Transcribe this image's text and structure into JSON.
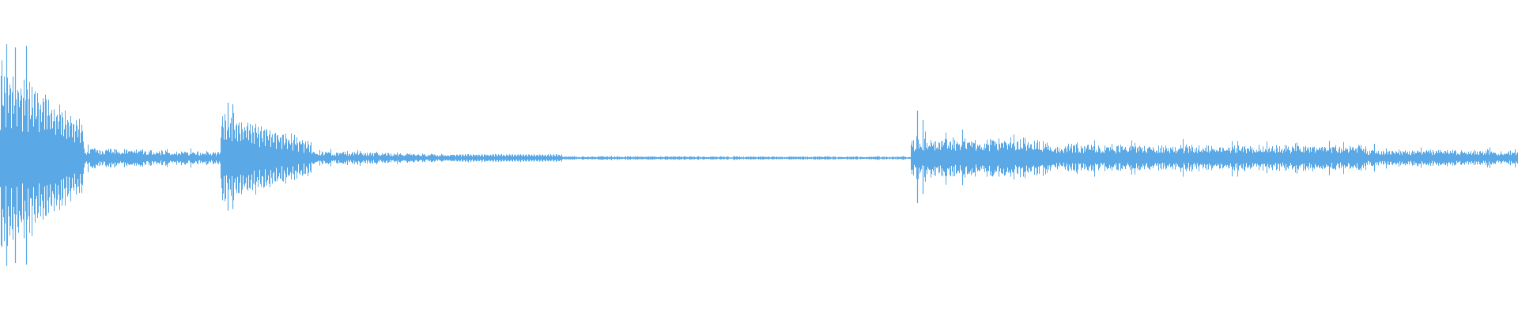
{
  "waveform": {
    "color": "#5aa9e6",
    "background": "#ffffff",
    "amplitude_range": [
      -1,
      1
    ],
    "segments": [
      {
        "start": 0.0,
        "end": 0.055,
        "peak": 0.7,
        "decay": 0.35,
        "oscillating": true
      },
      {
        "start": 0.055,
        "end": 0.145,
        "peak": 0.07,
        "decay": 0.6,
        "oscillating": false
      },
      {
        "start": 0.145,
        "end": 0.205,
        "peak": 0.33,
        "decay": 0.35,
        "oscillating": true
      },
      {
        "start": 0.205,
        "end": 0.3,
        "peak": 0.045,
        "decay": 0.55,
        "oscillating": false
      },
      {
        "start": 0.3,
        "end": 0.37,
        "peak": 0.03,
        "decay": 0.9,
        "oscillating": true
      },
      {
        "start": 0.37,
        "end": 0.6,
        "peak": 0.012,
        "decay": 0.85,
        "oscillating": false
      },
      {
        "start": 0.6,
        "end": 0.69,
        "peak": 0.14,
        "decay": 0.85,
        "oscillating": false
      },
      {
        "start": 0.69,
        "end": 0.9,
        "peak": 0.095,
        "decay": 0.9,
        "oscillating": false
      },
      {
        "start": 0.9,
        "end": 1.0,
        "peak": 0.055,
        "decay": 0.95,
        "oscillating": false
      }
    ],
    "spikes": [
      {
        "t": 0.004,
        "amp": 0.72
      },
      {
        "t": 0.01,
        "amp": 0.7
      },
      {
        "t": 0.017,
        "amp": 0.71
      },
      {
        "t": 0.15,
        "amp": 0.35
      },
      {
        "t": 0.153,
        "amp": 0.34
      },
      {
        "t": 0.604,
        "amp": 0.3
      },
      {
        "t": 0.608,
        "amp": 0.24
      },
      {
        "t": 0.634,
        "amp": 0.18
      },
      {
        "t": 0.905,
        "amp": 0.09
      }
    ]
  }
}
